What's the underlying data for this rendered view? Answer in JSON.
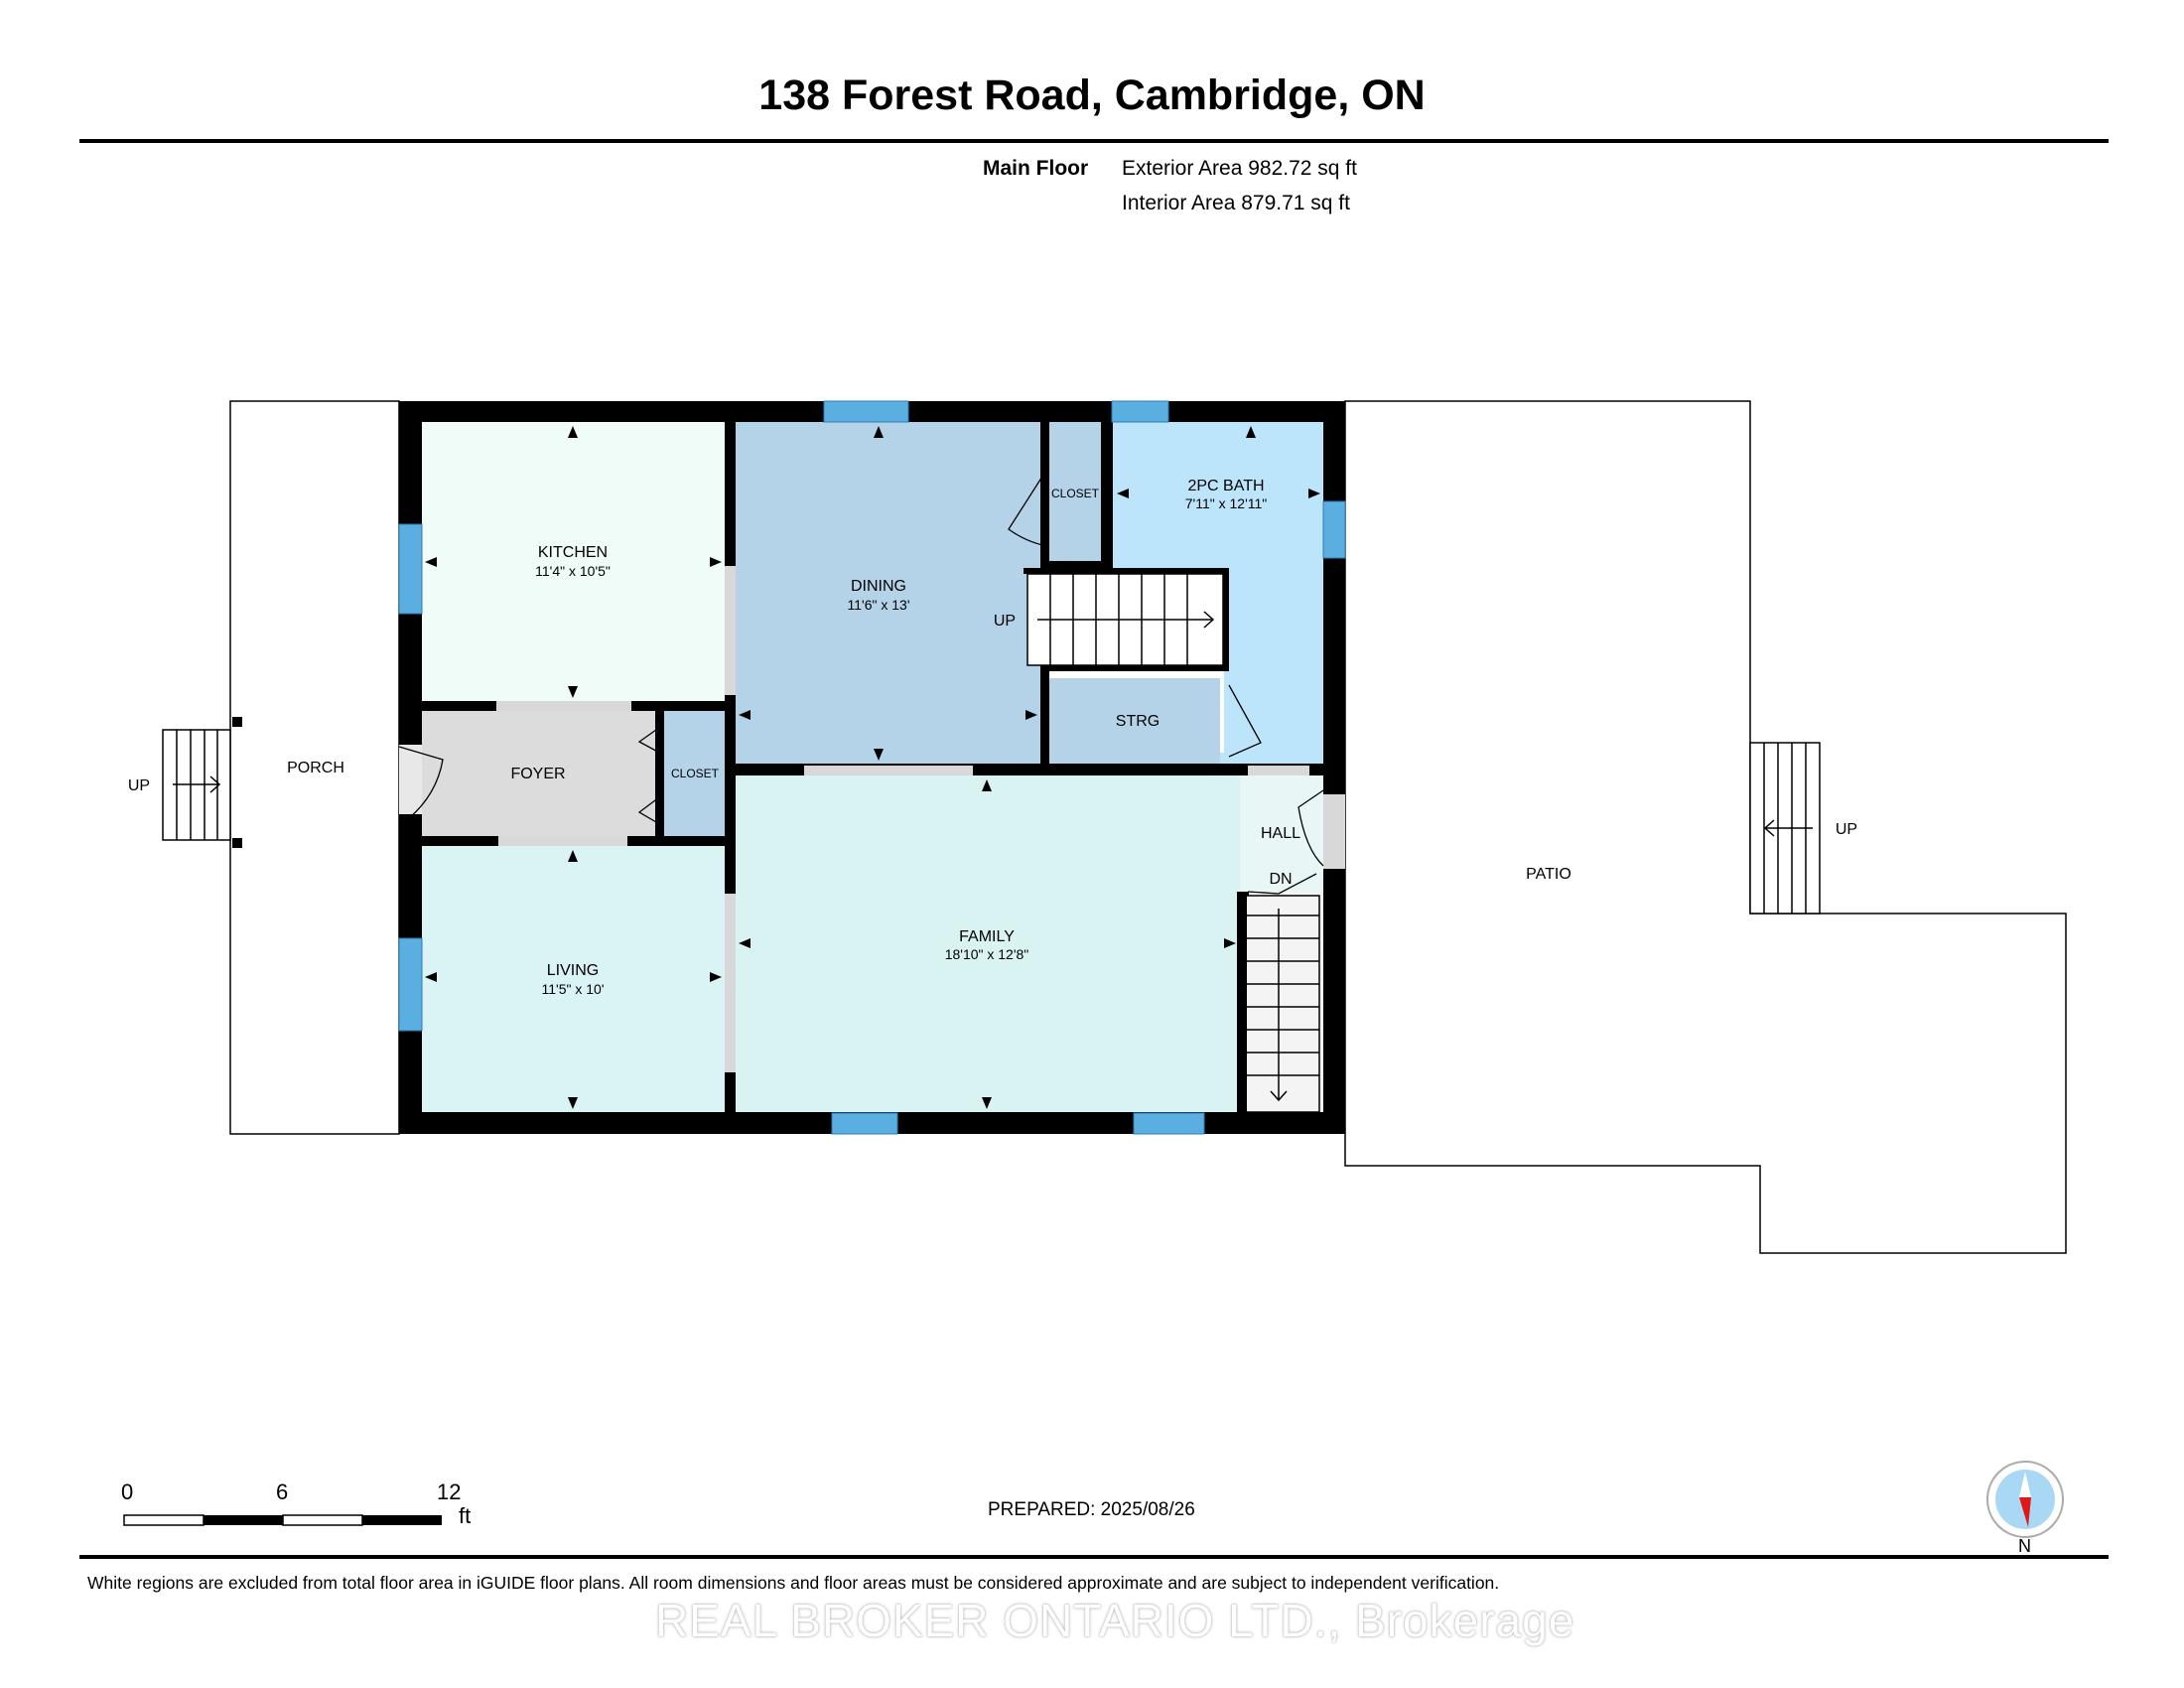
{
  "header": {
    "title": "138 Forest Road, Cambridge, ON",
    "floor_name": "Main Floor",
    "exterior_area": "Exterior Area 982.72 sq ft",
    "interior_area": "Interior Area 879.71 sq ft"
  },
  "rooms": {
    "kitchen": {
      "name": "KITCHEN",
      "dims": "11'4\" x 10'5\""
    },
    "dining": {
      "name": "DINING",
      "dims": "11'6\" x 13'"
    },
    "bath": {
      "name": "2PC BATH",
      "dims": "7'11\" x 12'11\""
    },
    "family": {
      "name": "FAMILY",
      "dims": "18'10\" x 12'8\""
    },
    "living": {
      "name": "LIVING",
      "dims": "11'5\" x 10'"
    },
    "foyer": {
      "name": "FOYER"
    },
    "closet_top": {
      "name": "CLOSET"
    },
    "closet_foyer": {
      "name": "CLOSET"
    },
    "strg": {
      "name": "STRG"
    },
    "hall": {
      "name": "HALL"
    },
    "porch": {
      "name": "PORCH"
    },
    "patio": {
      "name": "PATIO"
    }
  },
  "stairs": {
    "porch_up": "UP",
    "dining_up": "UP",
    "hall_dn": "DN",
    "patio_up": "UP"
  },
  "scale": {
    "ticks": [
      "0",
      "6",
      "12"
    ],
    "unit": "ft"
  },
  "compass": {
    "label": "N"
  },
  "footer": {
    "prepared": "PREPARED: 2025/08/26",
    "disclaimer": "White regions are excluded from total floor area in iGUIDE floor plans. All room dimensions and floor areas must be considered approximate and are subject to independent verification.",
    "watermark": "REAL BROKER ONTARIO LTD., Brokerage"
  },
  "colors": {
    "wall": "#000000",
    "window": "#5aaee0",
    "kitchen": "#effcf8",
    "dining": "#b4d3e8",
    "bath": "#bce4fa",
    "family": "#d9f2f2",
    "living": "#daf3f4",
    "foyer": "#dcdcdc",
    "closet": "#b4d3e8",
    "hall": "#e8f7f5"
  }
}
